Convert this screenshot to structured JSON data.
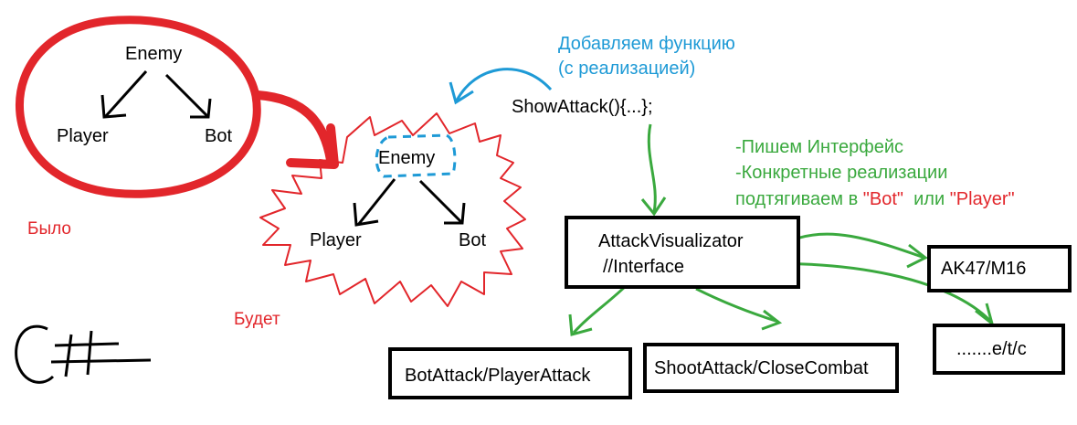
{
  "left_diagram": {
    "root": "Enemy",
    "children": [
      "Player",
      "Bot"
    ],
    "caption": "Было"
  },
  "middle_diagram": {
    "root": "Enemy",
    "children": [
      "Player",
      "Bot"
    ],
    "caption": "Будет"
  },
  "annotation_blue": {
    "line1": "Добавляем функцию",
    "line2": "(с реализацией)"
  },
  "method": "ShowAttack(){...};",
  "annotation_green": {
    "line1": "-Пишем Интерфейс",
    "line2": "-Конкретные реализации",
    "line3_prefix": "подтягиваем в ",
    "line3_bot": "\"Bot\"",
    "line3_mid": "  или ",
    "line3_player": "\"Player\""
  },
  "interface_box": {
    "title": "AttackVisualizator",
    "subtitle": "//Interface"
  },
  "boxes": {
    "weapons": "AK47/M16",
    "etc": ".......e/t/c",
    "bot_player_attack": "BotAttack/PlayerAttack",
    "shoot_close": "ShootAttack/CloseCombat"
  },
  "colors": {
    "red": "#e2262b",
    "blue": "#1e9ad6",
    "green": "#3aa93e",
    "black": "#000000"
  },
  "logo_text": "C#"
}
